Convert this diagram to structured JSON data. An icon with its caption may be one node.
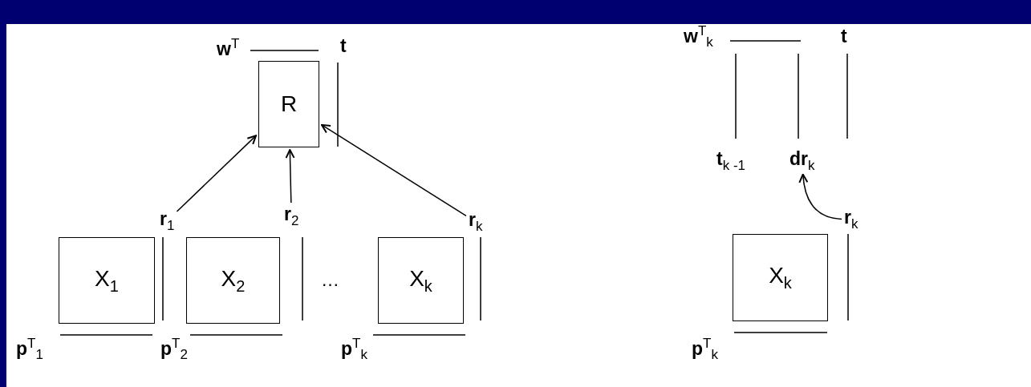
{
  "diagram": {
    "nodes": [
      {
        "text": [
          "R"
        ]
      },
      {
        "text": [
          "**r**$_{1}$"
        ]
      },
      {
        "text": [
          "**r**$_{2}$"
        ]
      },
      {
        "text": [
          "**r**$_{k}$"
        ]
      },
      {
        "text": [
          "X$_{1}$"
        ]
      },
      {
        "text": [
          "X$_{2}$"
        ]
      },
      {
        "text": [
          "X$_{k}$"
        ]
      },
      {
        "text": [
          "**dr**$_{k}$"
        ]
      },
      {
        "text": [
          "**r**$_{k}$"
        ]
      },
      {
        "text": [
          "X$_{k}$"
        ]
      }
    ],
    "edges": [
      {
        "from": 1,
        "to": 0,
        "arrow": "to"
      },
      {
        "from": 2,
        "to": 0,
        "arrow": "to"
      },
      {
        "from": 3,
        "to": 0,
        "arrow": "to"
      },
      {
        "from": 8,
        "to": 7,
        "arrow": "to"
      }
    ],
    "labels": [
      "**w**$^{T}$",
      "**t**",
      "**p**$^{T}$$_{1}$",
      "**p**$^{T}$$_{2}$",
      "…",
      "**p**$^{T}$$_{k}$",
      "**w**$^{T}$$_{k}$",
      "**t**",
      "**t**$_{k -1}$",
      "**p**$^{T}$$_{k}$"
    ]
  }
}
